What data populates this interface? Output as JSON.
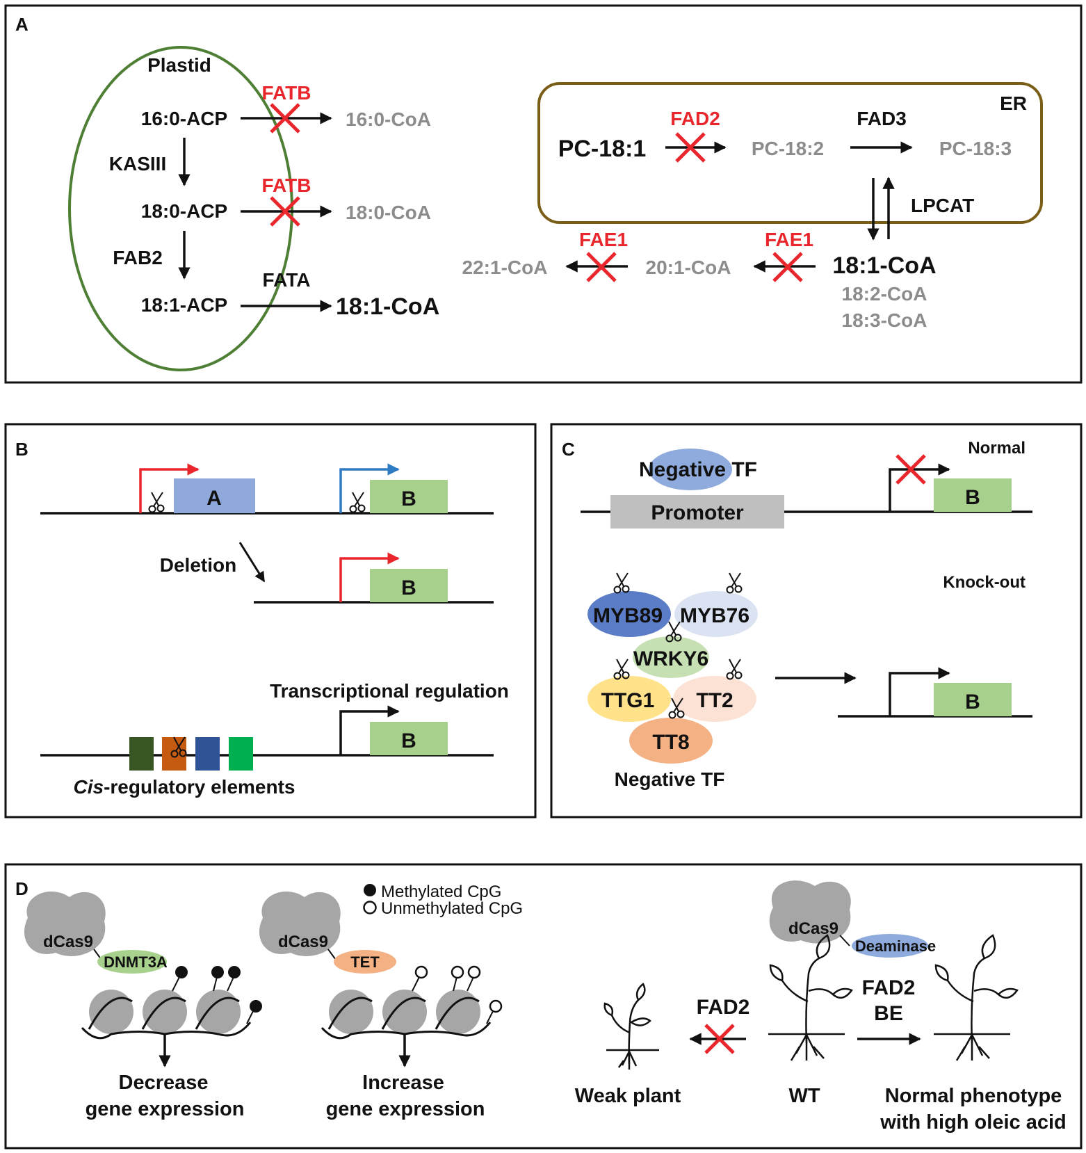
{
  "colors": {
    "red": "#e8262b",
    "gray_text": "#8c8c8c",
    "plastid": "#4f7f35",
    "er": "#7a5e17",
    "gene_a": "#8fa9dc",
    "gene_b": "#a8d08d",
    "arrow_blue": "#2e7bc4",
    "promoter": "#bfbfbf"
  },
  "panel_a": {
    "label": "A",
    "plastid": "Plastid",
    "acp": [
      "16:0-ACP",
      "18:0-ACP",
      "18:1-ACP"
    ],
    "kasiii": "KASIII",
    "fab2": "FAB2",
    "fatb_1": "FATB",
    "fatb_2": "FATB",
    "fata": "FATA",
    "coa_160": "16:0-CoA",
    "coa_180": "18:0-CoA",
    "coa_181_out": "18:1-CoA",
    "er": "ER",
    "pc181": "PC-18:1",
    "pc182": "PC-18:2",
    "pc183": "PC-18:3",
    "fad2": "FAD2",
    "fad3": "FAD3",
    "lpcat": "LPCAT",
    "coa_181": "18:1-CoA",
    "coa_182": "18:2-CoA",
    "coa_183": "18:3-CoA",
    "coa_201": "20:1-CoA",
    "coa_221": "22:1-CoA",
    "fae1_1": "FAE1",
    "fae1_2": "FAE1"
  },
  "panel_b": {
    "label": "B",
    "gene_a": "A",
    "gene_b1": "B",
    "gene_b2": "B",
    "gene_b3": "B",
    "deletion": "Deletion",
    "transcriptional": "Transcriptional regulation",
    "cis_italic": "Cis",
    "cis_rest": "-regulatory elements",
    "cre_colors": [
      "#375623",
      "#c55a11",
      "#2f5496",
      "#00b050"
    ]
  },
  "panel_c": {
    "label": "C",
    "negative_tf_top": "Negative TF",
    "promoter": "Promoter",
    "normal": "Normal",
    "knockout": "Knock-out",
    "gene_b1": "B",
    "gene_b2": "B",
    "tfs": [
      {
        "name": "MYB89",
        "color": "#5b7cc6"
      },
      {
        "name": "MYB76",
        "color": "#dbe3f3"
      },
      {
        "name": "WRKY6",
        "color": "#c6e0b4"
      },
      {
        "name": "TTG1",
        "color": "#ffe28a"
      },
      {
        "name": "TT2",
        "color": "#fbe2d5"
      },
      {
        "name": "TT8",
        "color": "#f4b183"
      }
    ],
    "negative_tf_bottom": "Negative TF"
  },
  "panel_d": {
    "label": "D",
    "legend_methylated": "Methylated CpG",
    "legend_unmethylated": "Unmethylated CpG",
    "dcas9_1": "dCas9",
    "dnmt3a": "DNMT3A",
    "decrease_1": "Decrease",
    "decrease_2": "gene expression",
    "dcas9_2": "dCas9",
    "tet": "TET",
    "increase_1": "Increase",
    "increase_2": "gene expression",
    "dcas9_3": "dCas9",
    "deaminase": "Deaminase",
    "fad2": "FAD2",
    "fad2_be_1": "FAD2",
    "fad2_be_2": "BE",
    "weak_plant": "Weak plant",
    "wt": "WT",
    "normal_1": "Normal phenotype",
    "normal_2": "with high oleic acid",
    "colors": {
      "dcas9": "#a6a6a6",
      "dnmt3a": "#a9d18e",
      "tet": "#f4b183",
      "deaminase": "#8faadc",
      "nucleosome": "#a6a6a6"
    }
  }
}
